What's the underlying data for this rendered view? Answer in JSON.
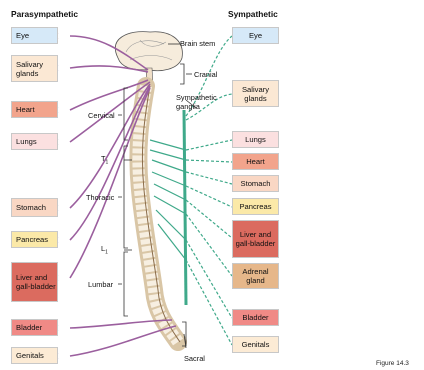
{
  "headers": {
    "parasympathetic": "Parasympathetic",
    "sympathetic": "Sympathetic"
  },
  "left_organs": [
    {
      "label": "Eye",
      "fill": "#d6e9f8"
    },
    {
      "label": "Salivary glands",
      "fill": "#fbe8d4"
    },
    {
      "label": "Heart",
      "fill": "#f2a48c"
    },
    {
      "label": "Lungs",
      "fill": "#fbe0e0"
    },
    {
      "label": "Stomach",
      "fill": "#f9d7c4"
    },
    {
      "label": "Pancreas",
      "fill": "#fbe9a8"
    },
    {
      "label": "Liver and gall-bladder",
      "fill": "#db6b5f"
    },
    {
      "label": "Bladder",
      "fill": "#f08a86"
    },
    {
      "label": "Genitals",
      "fill": "#fcebd5"
    }
  ],
  "right_organs": [
    {
      "label": "Eye",
      "fill": "#d6e9f8"
    },
    {
      "label": "Salivary glands",
      "fill": "#fbe8d4"
    },
    {
      "label": "Lungs",
      "fill": "#fbe0e0"
    },
    {
      "label": "Heart",
      "fill": "#f2a48c"
    },
    {
      "label": "Stomach",
      "fill": "#f9d7c4"
    },
    {
      "label": "Pancreas",
      "fill": "#fbe9a8"
    },
    {
      "label": "Liver and gall-bladder",
      "fill": "#db6b5f"
    },
    {
      "label": "Adrenal gland",
      "fill": "#e6b78a"
    },
    {
      "label": "Bladder",
      "fill": "#f08a86"
    },
    {
      "label": "Genitals",
      "fill": "#fcebd5"
    }
  ],
  "labels": {
    "brain_stem": "Brain stem",
    "cranial": "Cranial",
    "sympathetic_ganglia": "Sympathetic ganglia",
    "cervical": "Cervical",
    "t1": "T",
    "t1_sub": "1",
    "thoracic": "Thoracic",
    "l1": "L",
    "l1_sub": "1",
    "lumbar": "Lumbar",
    "sacral": "Sacral"
  },
  "figure_label": "Figure 14.3",
  "colors": {
    "parasympathetic": "#9b5f9e",
    "sympathetic": "#3fa98a",
    "arrow": "#b57ab8"
  }
}
